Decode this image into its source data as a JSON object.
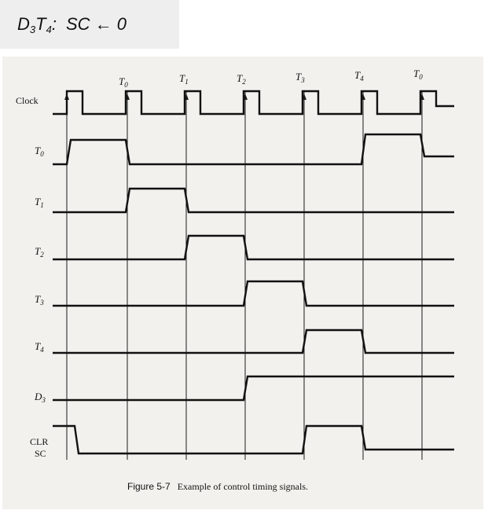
{
  "header": {
    "D": "D",
    "D_sub": "3",
    "T": "T",
    "T_sub": "4",
    "colon": ":",
    "SC": "SC",
    "arrow": "←",
    "zero": "0"
  },
  "diagram": {
    "clock_label": "Clock",
    "pulse_labels": [
      {
        "main": "T",
        "sub": "0"
      },
      {
        "main": "T",
        "sub": "1"
      },
      {
        "main": "T",
        "sub": "2"
      },
      {
        "main": "T",
        "sub": "3"
      },
      {
        "main": "T",
        "sub": "4"
      },
      {
        "main": "T",
        "sub": "0"
      }
    ],
    "signals": [
      {
        "main": "T",
        "sub": "0"
      },
      {
        "main": "T",
        "sub": "1"
      },
      {
        "main": "T",
        "sub": "2"
      },
      {
        "main": "T",
        "sub": "3"
      },
      {
        "main": "T",
        "sub": "4"
      },
      {
        "main": "D",
        "sub": "3"
      }
    ],
    "clr_label_1": "CLR",
    "clr_label_2": "SC",
    "caption_figure": "Figure 5-7",
    "caption_text": "Example of control timing signals."
  }
}
